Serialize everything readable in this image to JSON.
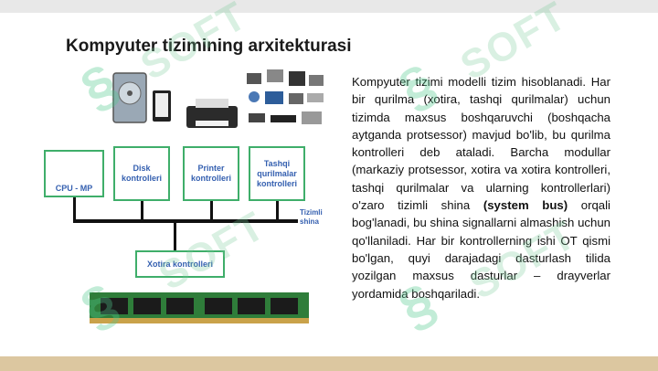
{
  "slide": {
    "title": "Kompyuter tizimining arxitekturasi",
    "body_part1": "Kompyuter tizimi modelli tizim hisoblanadi. Har bir qurilma (xotira, tashqi qurilmalar) uchun tizimda maxsus boshqaruvchi (boshqacha aytganda protsessor) mavjud bo'lib, bu qurilma kontrolleri deb ataladi. Barcha modullar (markaziy protsessor, xotira va xotira kontrolleri, tashqi qurilmalar va ularning kontrollerlari) o'zaro tizimli shina ",
    "body_bold": "(system bus)",
    "body_part2": " orqali bog'lanadi, bu shina signallarni almashish uchun qo'llaniladi. Har bir kontrollerning ishi OT qismi bo'lgan, quyi darajadagi dasturlash tilida yozilgan maxsus dasturlar – drayverlar yordamida boshqariladi."
  },
  "diagram": {
    "cpu_label": "CPU - MP",
    "disk_label": "Disk kontrolleri",
    "printer_label": "Printer kontrolleri",
    "external_label": "Tashqi qurilmalar kontrolleri",
    "bus_label": "Tizimli shina",
    "memory_label": "Xotira kontrolleri"
  },
  "watermark": {
    "text": "SOFT"
  },
  "colors": {
    "box_border": "#3fae6a",
    "box_text": "#3560b0",
    "bottom_band": "#dcc7a0"
  }
}
